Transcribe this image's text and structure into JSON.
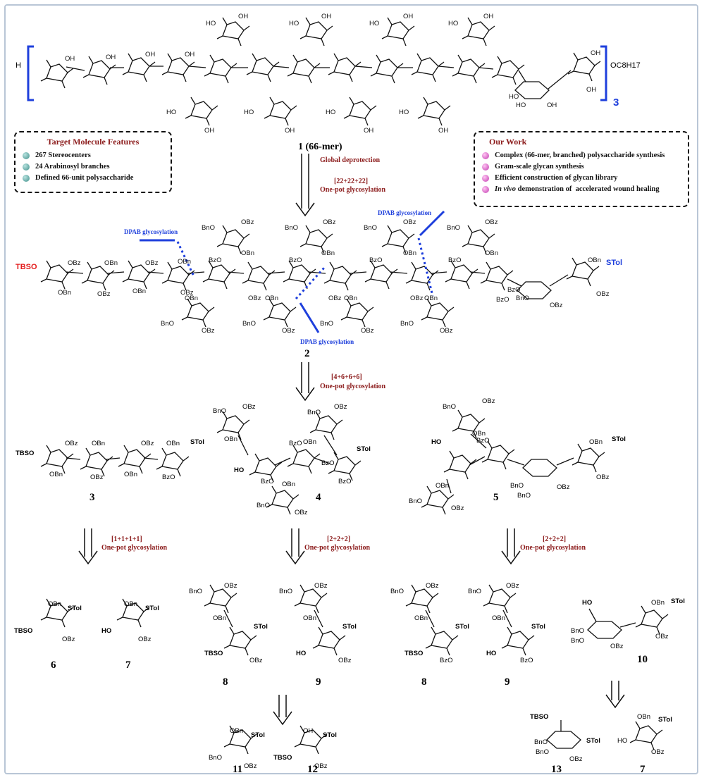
{
  "compound1": {
    "label": "1 (66-mer)",
    "chain_start": "H",
    "repeat": "3",
    "aglycone": "OC8H17"
  },
  "compound2": {
    "label": "2",
    "protecting_group": "TBSO",
    "thioglycoside": "STol",
    "dpab_label": "DPAB glycosylation"
  },
  "steps": {
    "step1": {
      "title": "Global deprotection",
      "line1": "[22+22+22]",
      "line2": "One-pot glycosylation"
    },
    "step2": {
      "line1": "[4+6+6+6]",
      "line2": "One-pot glycosylation"
    },
    "step3a": {
      "line1": "[1+1+1+1]",
      "line2": "One-pot glycosylation"
    },
    "step3b": {
      "line1": "[2+2+2]",
      "line2": "One-pot glycosylation"
    },
    "step3c": {
      "line1": "[2+2+2]",
      "line2": "One-pot glycosylation"
    }
  },
  "target_features": {
    "title": "Target Molecule Features",
    "items": [
      "267 Stereocenters",
      "24 Arabinosyl branches",
      "Defined 66-unit polysaccharide"
    ]
  },
  "our_work": {
    "title": "Our Work",
    "items": [
      "Complex (66-mer, branched) polysaccharide synthesis",
      "Gram-scale glycan synthesis",
      "Efficient construction of glycan library"
    ],
    "last_italic": "In vivo",
    "last_rest": " demonstration of  accelerated wound healing"
  },
  "labels": {
    "c3": "3",
    "c4": "4",
    "c5": "5",
    "c6": "6",
    "c7": "7",
    "c8": "8",
    "c9": "9",
    "c10": "10",
    "c11": "11",
    "c12": "12",
    "c13": "13",
    "c7b": "7"
  },
  "groups": {
    "OH": "OH",
    "HO": "HO",
    "OBn": "OBn",
    "BnO": "BnO",
    "OBz": "OBz",
    "BzO": "BzO",
    "Bz": "Bz",
    "OBz2": "OBz",
    "TBSO": "TBSO",
    "STol": "STol"
  }
}
